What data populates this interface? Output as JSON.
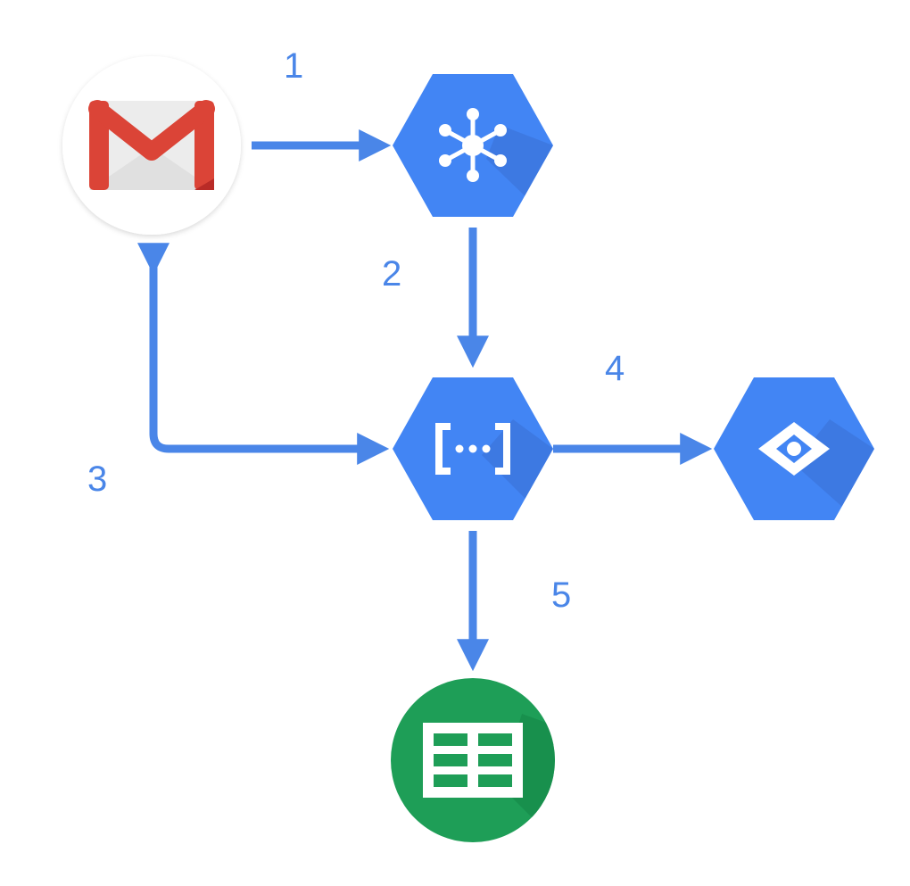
{
  "colors": {
    "arrow": "#4a86e8",
    "label": "#4a86e8",
    "hexagon": "#4285f4",
    "hexagon_shadow": "#3a6fd3",
    "gmail_red": "#db4437",
    "gmail_dark_red": "#b92b27",
    "envelope": "#ececec",
    "sheets_green": "#1e9e57",
    "sheets_dark_green": "#168a49"
  },
  "nodes": [
    {
      "id": "gmail",
      "icon": "gmail-icon"
    },
    {
      "id": "pubsub",
      "icon": "pubsub-hub-icon"
    },
    {
      "id": "cloud-functions",
      "icon": "cloud-functions-icon"
    },
    {
      "id": "vision",
      "icon": "eye-diamond-icon"
    },
    {
      "id": "sheets",
      "icon": "sheets-grid-icon"
    }
  ],
  "steps": {
    "s1": "1",
    "s2": "2",
    "s3": "3",
    "s4": "4",
    "s5": "5"
  }
}
